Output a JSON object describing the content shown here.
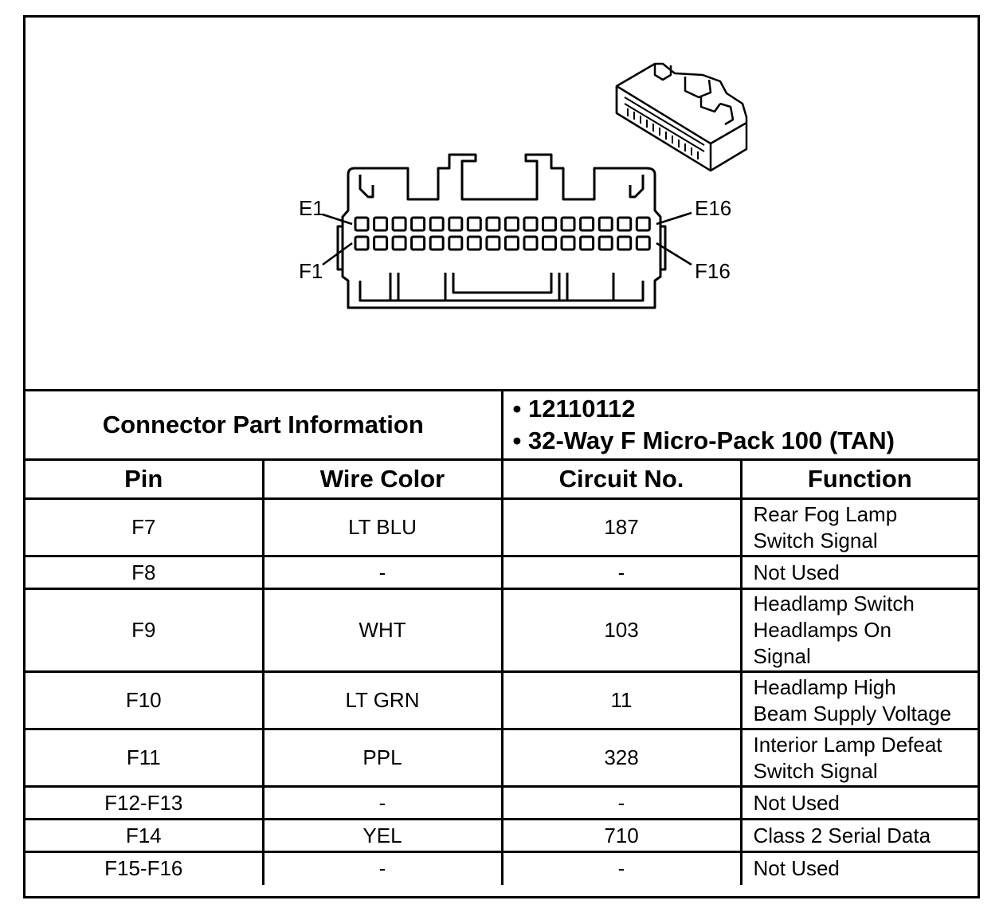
{
  "diagram": {
    "pin_labels": {
      "top_left": "E1",
      "bottom_left": "F1",
      "top_right": "E16",
      "bottom_right": "F16"
    },
    "pins_per_row": 16
  },
  "connector_info": {
    "title": "Connector Part Information",
    "items": [
      "•  12110112",
      "• 32-Way F Micro-Pack 100 (TAN)"
    ]
  },
  "table": {
    "headers": [
      "Pin",
      "Wire Color",
      "Circuit No.",
      "Function"
    ],
    "rows": [
      {
        "pin": "F7",
        "wire": "LT BLU",
        "circuit": "187",
        "function": [
          "Rear Fog Lamp",
          "Switch Signal"
        ]
      },
      {
        "pin": "F8",
        "wire": "-",
        "circuit": "-",
        "function": [
          "Not Used"
        ]
      },
      {
        "pin": "F9",
        "wire": "WHT",
        "circuit": "103",
        "function": [
          "Headlamp Switch",
          "Headlamps On",
          "Signal"
        ]
      },
      {
        "pin": "F10",
        "wire": "LT GRN",
        "circuit": "11",
        "function": [
          "Headlamp High",
          "Beam Supply Voltage"
        ]
      },
      {
        "pin": "F11",
        "wire": "PPL",
        "circuit": "328",
        "function": [
          "Interior Lamp Defeat",
          "Switch Signal"
        ]
      },
      {
        "pin": "F12-F13",
        "wire": "-",
        "circuit": "-",
        "function": [
          "Not Used"
        ]
      },
      {
        "pin": "F14",
        "wire": "YEL",
        "circuit": "710",
        "function": [
          "Class 2 Serial Data"
        ]
      },
      {
        "pin": "F15-F16",
        "wire": "-",
        "circuit": "-",
        "function": [
          "Not Used"
        ]
      }
    ]
  }
}
